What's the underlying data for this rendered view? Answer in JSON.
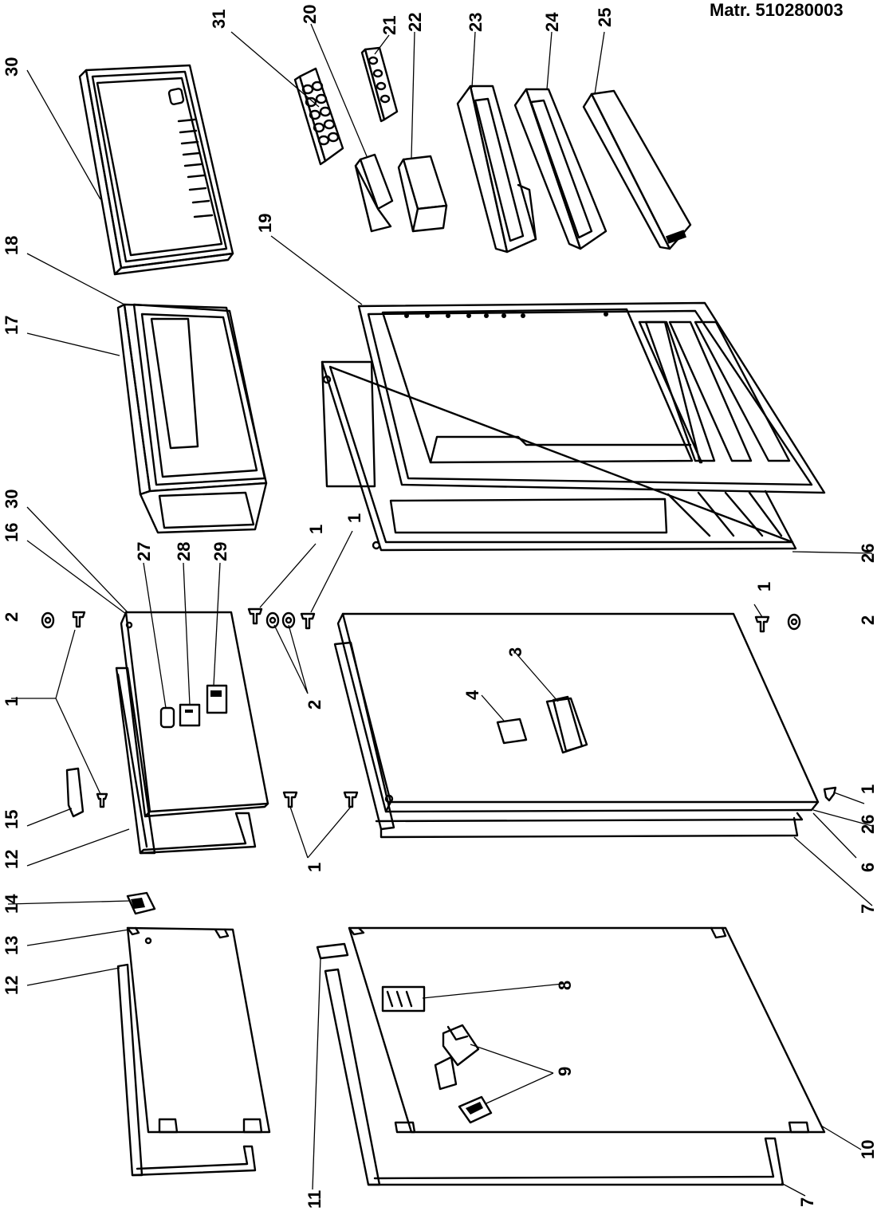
{
  "header": {
    "reference": "Matr. 510280003"
  },
  "callouts": [
    {
      "id": "c30a",
      "text": "30"
    },
    {
      "id": "c31",
      "text": "31"
    },
    {
      "id": "c20",
      "text": "20"
    },
    {
      "id": "c21",
      "text": "21"
    },
    {
      "id": "c22",
      "text": "22"
    },
    {
      "id": "c23",
      "text": "23"
    },
    {
      "id": "c24",
      "text": "24"
    },
    {
      "id": "c25",
      "text": "25"
    },
    {
      "id": "c18",
      "text": "18"
    },
    {
      "id": "c17",
      "text": "17"
    },
    {
      "id": "c19",
      "text": "19"
    },
    {
      "id": "c30b",
      "text": "30"
    },
    {
      "id": "c16",
      "text": "16"
    },
    {
      "id": "c27",
      "text": "27"
    },
    {
      "id": "c28",
      "text": "28"
    },
    {
      "id": "c29",
      "text": "29"
    },
    {
      "id": "c1a",
      "text": "1"
    },
    {
      "id": "c1b",
      "text": "1"
    },
    {
      "id": "c2a",
      "text": "2"
    },
    {
      "id": "c1c",
      "text": "1"
    },
    {
      "id": "c2b",
      "text": "2"
    },
    {
      "id": "c15",
      "text": "15"
    },
    {
      "id": "c12a",
      "text": "12"
    },
    {
      "id": "c1d",
      "text": "1"
    },
    {
      "id": "c26a",
      "text": "26"
    },
    {
      "id": "c1e",
      "text": "1"
    },
    {
      "id": "c2c",
      "text": "2"
    },
    {
      "id": "c3",
      "text": "3"
    },
    {
      "id": "c4",
      "text": "4"
    },
    {
      "id": "c1f",
      "text": "1"
    },
    {
      "id": "c26b",
      "text": "26"
    },
    {
      "id": "c6",
      "text": "6"
    },
    {
      "id": "c7a",
      "text": "7"
    },
    {
      "id": "c14",
      "text": "14"
    },
    {
      "id": "c13",
      "text": "13"
    },
    {
      "id": "c12b",
      "text": "12"
    },
    {
      "id": "c8",
      "text": "8"
    },
    {
      "id": "c9",
      "text": "9"
    },
    {
      "id": "c11",
      "text": "11"
    },
    {
      "id": "c10",
      "text": "10"
    },
    {
      "id": "c7b",
      "text": "7"
    }
  ]
}
